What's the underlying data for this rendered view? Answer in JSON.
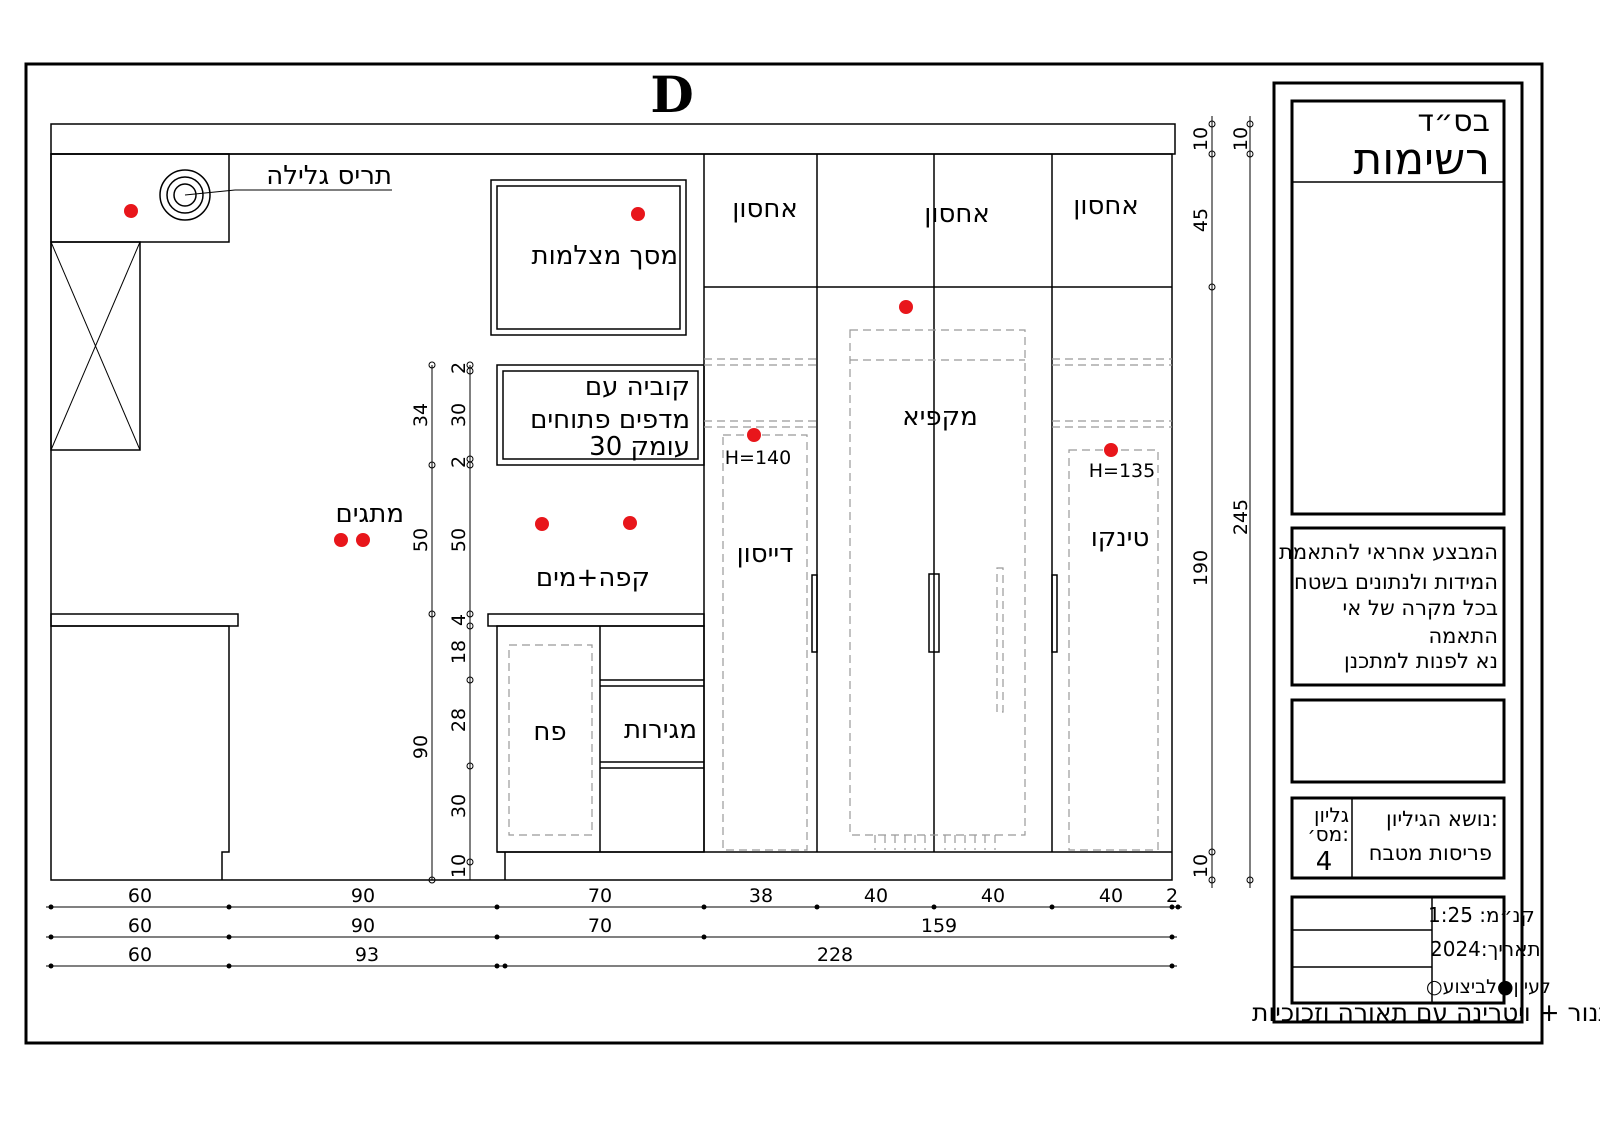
{
  "title": "D",
  "labels": {
    "roller_blind": "תריס גלילה",
    "camera_screen": "מסך מצלמות",
    "printer_cube_1": "קוביה עם",
    "printer_cube_2": "מדפים פתוחים",
    "printer_cube_3": "עומק 30",
    "switches": "מתגים",
    "coffee_water": "קפה+מים",
    "trash": "פח",
    "drawers": "מגירות",
    "storage_1": "אחסון",
    "storage_2": "אחסון",
    "storage_3": "אחסון",
    "h140": "H=140",
    "dyson": "דייסון",
    "freezer": "מקפיא",
    "h135": "H=135",
    "tinko": "טינקו"
  },
  "dims_left_outer": [
    "34",
    "50",
    "90"
  ],
  "dims_left_inner": [
    "2",
    "30",
    "2",
    "50",
    "4",
    "18",
    "28",
    "30",
    "10"
  ],
  "dims_right_inner": [
    "10",
    "45",
    "190",
    "10"
  ],
  "dims_right_outer": [
    "10",
    "245"
  ],
  "dims_row1": [
    "60",
    "90",
    "70",
    "38",
    "40",
    "40",
    "40",
    "2"
  ],
  "dims_row2": [
    "60",
    "90",
    "70",
    "159"
  ],
  "dims_row3": [
    "60",
    "93",
    "228"
  ],
  "caption": "מטבח אקרילי + חלק דלתות מחורצות צבע בתנור + ויטרינה עם תאורה וזכוכיות",
  "title_block": {
    "bsd": "בס״ד",
    "notes_title": "רשימות",
    "disclaimer": [
      "המבצע אחראי להתאמת",
      "המידות ולנתונים בשטח",
      "בכל מקרה של אי",
      "התאמה",
      "נא לפנות למתכנן"
    ],
    "sheet_subject_label": "נושא הגיליון:",
    "sheet_subject": "פריסות מטבח",
    "sheet_no_label_1": "גליון",
    "sheet_no_label_2": "מס׳:",
    "sheet_no": "4",
    "scale": "קנ״מ: 1:25",
    "date": "תאריך:2024",
    "status": "לעיון●לביצוע○"
  },
  "colors": {
    "marker": "#e8161b"
  }
}
